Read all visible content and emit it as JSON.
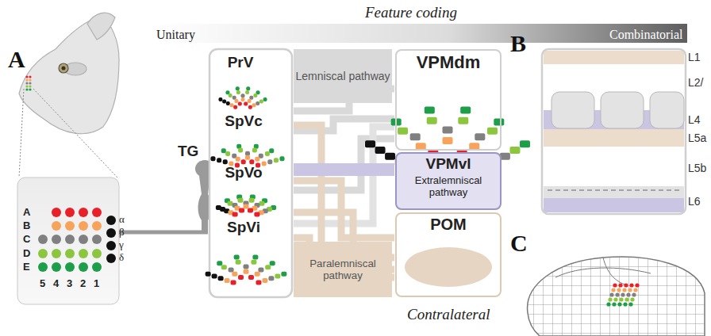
{
  "diagram": {
    "title": "Feature coding",
    "nodes": [
      {
        "text": [
          "PrV"
        ]
      },
      {
        "text": [
          "SpVc"
        ]
      },
      {
        "text": [
          "SpVo"
        ]
      },
      {
        "text": [
          "SpVi"
        ]
      },
      {
        "text": [
          "Lemniscal pathway"
        ]
      },
      {
        "text": [
          "Paralemniscal pathway"
        ]
      },
      {
        "text": [
          "VPMdm"
        ]
      },
      {
        "text": [
          "VPMvl",
          "Extralemniscal pathway"
        ]
      },
      {
        "text": [
          "POM"
        ]
      }
    ],
    "labels": [
      "Unitary",
      "Combinatorial",
      "A",
      "B",
      "C",
      "TG",
      "Contralateral",
      "A",
      "B",
      "C",
      "D",
      "E",
      "5",
      "4",
      "3",
      "2",
      "1",
      "α",
      "β",
      "γ",
      "δ",
      "L1",
      "L2/",
      "L4",
      "L5a",
      "L5b",
      "L6"
    ]
  }
}
